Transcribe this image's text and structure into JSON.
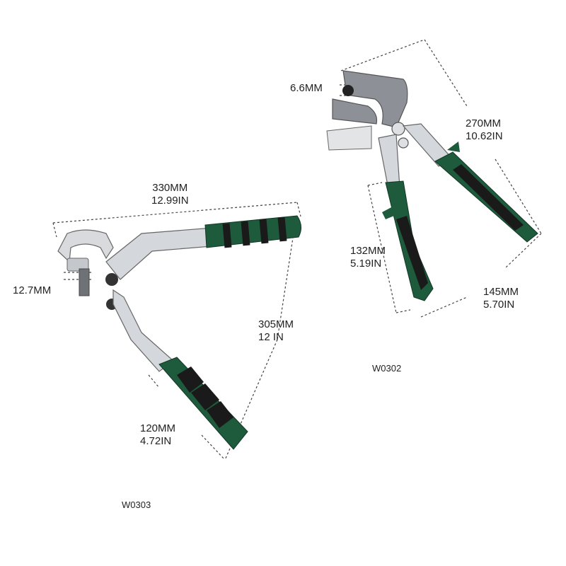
{
  "colors": {
    "handle_green": "#1e5a3c",
    "handle_black": "#1a1a1a",
    "steel": "#c9ccd0",
    "cast_gray": "#8d9197",
    "dim_line": "#444444"
  },
  "products": [
    {
      "model": "W0303",
      "dimensions": {
        "length": {
          "mm": "330MM",
          "in": "12.99IN"
        },
        "handle_span": {
          "mm": "305MM",
          "in": "12 IN"
        },
        "grip": {
          "mm": "120MM",
          "in": "4.72IN"
        },
        "jaw": {
          "mm": "12.7MM"
        }
      }
    },
    {
      "model": "W0302",
      "dimensions": {
        "length": {
          "mm": "270MM",
          "in": "10.62IN"
        },
        "left_grip": {
          "mm": "132MM",
          "in": "5.19IN"
        },
        "right_grip": {
          "mm": "145MM",
          "in": "5.70IN"
        },
        "jaw": {
          "mm": "6.6MM"
        }
      }
    }
  ]
}
